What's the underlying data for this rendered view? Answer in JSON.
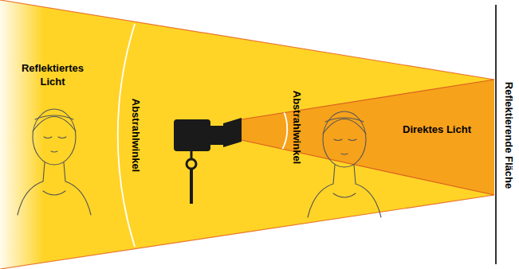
{
  "diagram": {
    "labels": [
      "Reflektiertes Licht",
      "Abstrahlwinkel",
      "Abstrahlwinkel",
      "Direktes Licht",
      "Reflektierende Fläche"
    ]
  }
}
